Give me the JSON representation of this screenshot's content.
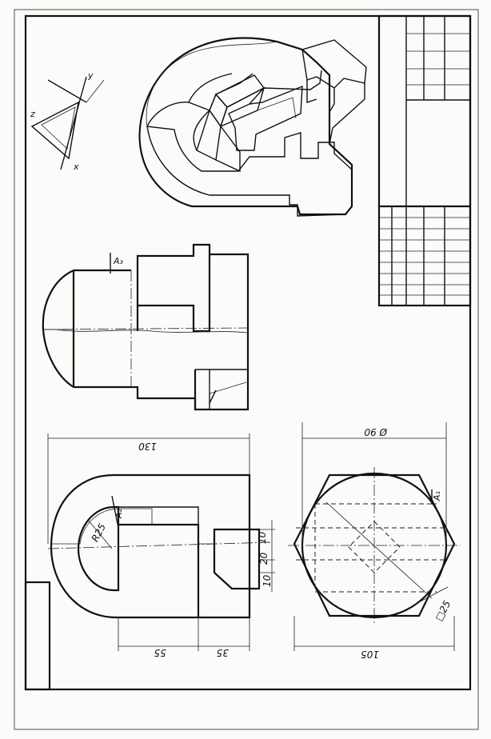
{
  "drawing": {
    "dimensions": {
      "d130": "130",
      "d90": "Ø 90",
      "d55": "55",
      "d35": "35",
      "d105": "105",
      "d10a": "10",
      "d20": "20",
      "d10b": "10",
      "r25": "R25",
      "sq25": "□25"
    },
    "section_labels": {
      "a1": "A₁",
      "a2": "A₂",
      "a3": "A₃"
    },
    "axes": {
      "x": "x",
      "y": "y",
      "z": "z"
    }
  }
}
